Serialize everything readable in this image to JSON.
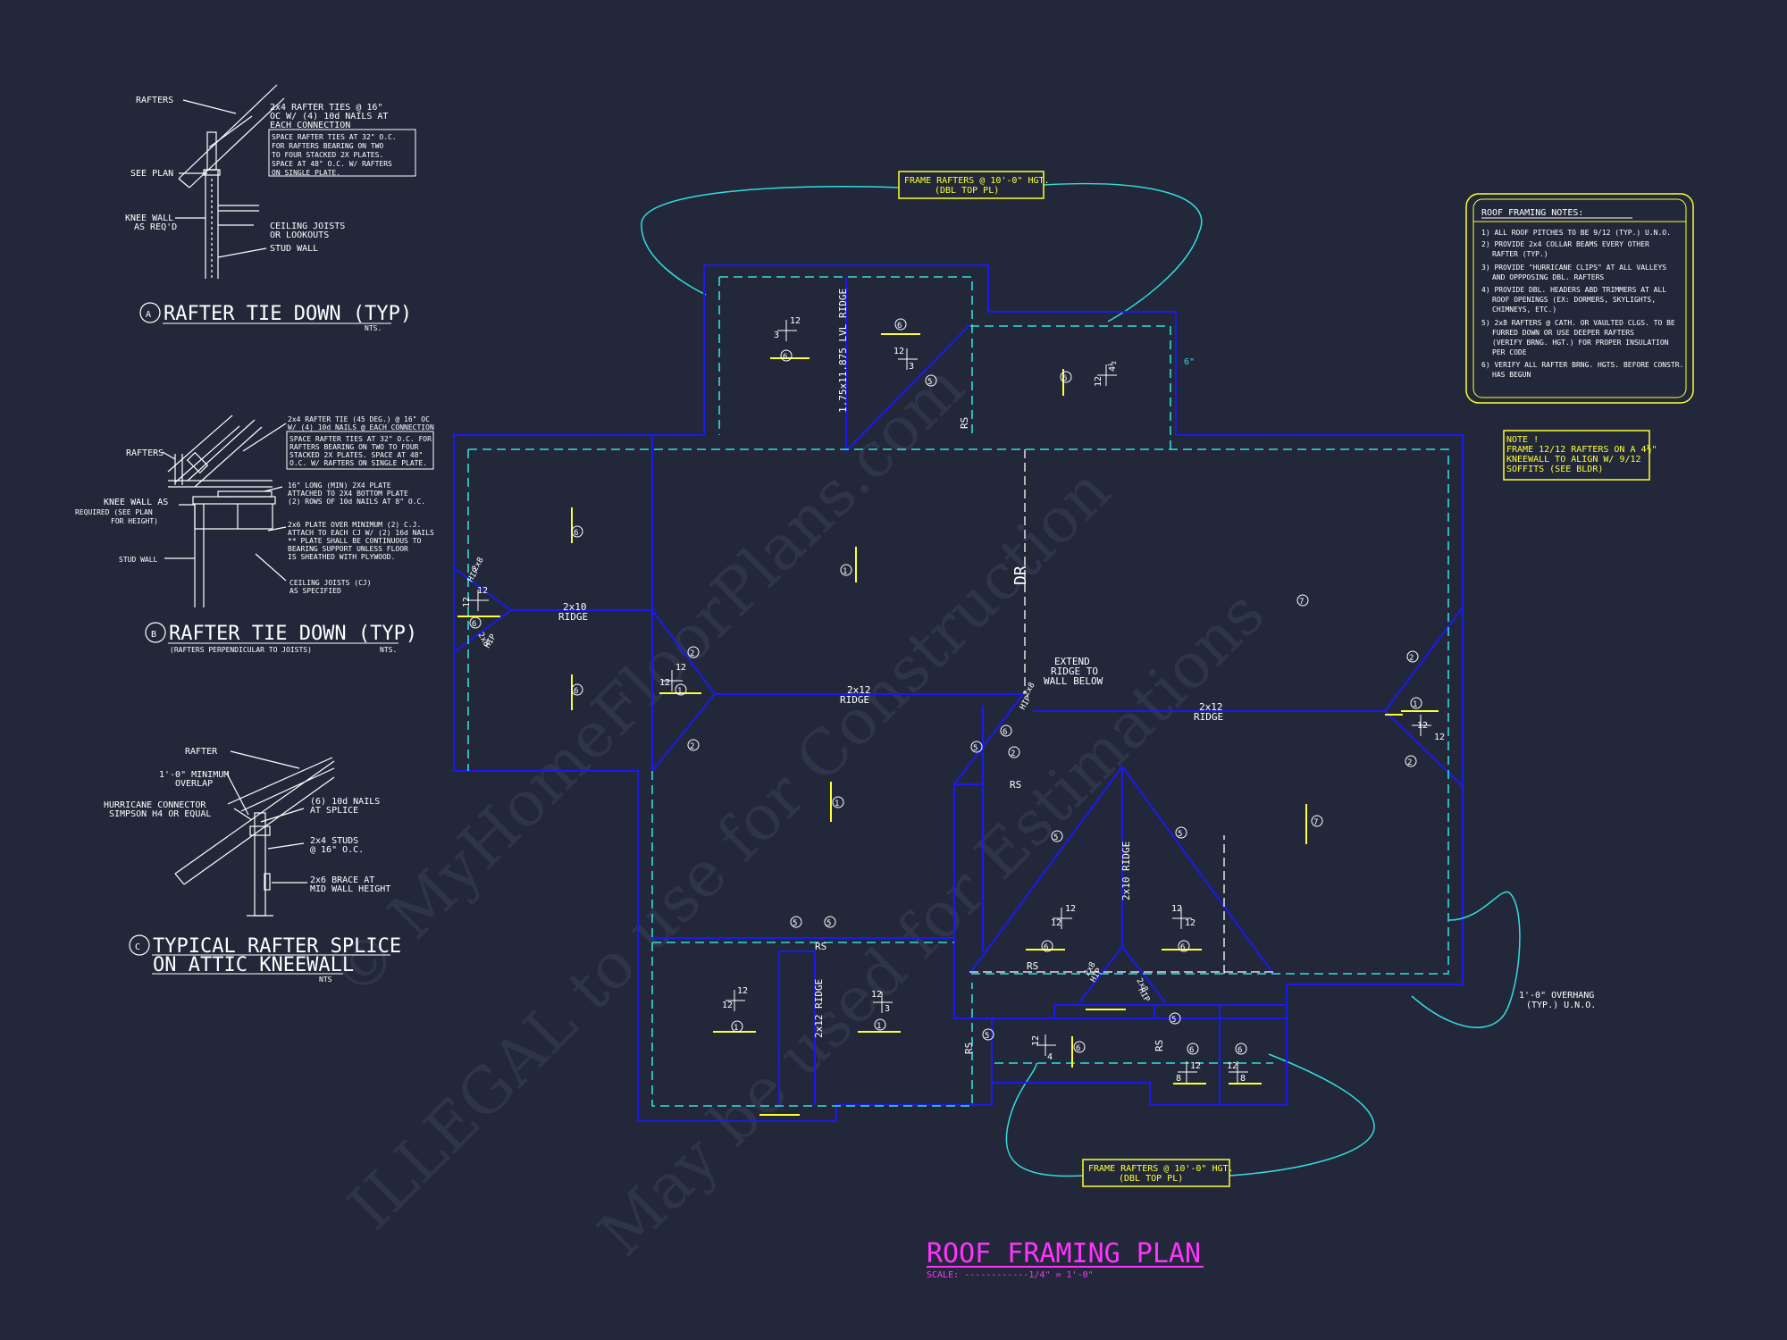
{
  "detail_a": {
    "label_rafters": "RAFTERS",
    "label_see_plan": "SEE PLAN",
    "label_knee_wall": [
      "KNEE WALL",
      "AS REQ'D"
    ],
    "label_ties": [
      "2x4 RAFTER TIES @ 16\"",
      "OC W/ (4) 10d NAILS AT",
      "EACH CONNECTION"
    ],
    "label_spacing": [
      "SPACE RAFTER TIES AT 32\" O.C.",
      "FOR RAFTERS BEARING ON TWO",
      "TO FOUR STACKED 2X PLATES.",
      "SPACE AT 48\" O.C. W/ RAFTERS",
      "ON SINGLE PLATE."
    ],
    "label_ceiling": [
      "CEILING JOISTS",
      "OR LOOKOUTS"
    ],
    "label_stud": "STUD WALL",
    "letter": "A",
    "title": "RAFTER TIE DOWN (TYP)",
    "nts": "NTS."
  },
  "detail_b": {
    "label_rafters": "RAFTERS",
    "label_knee_wall": [
      "KNEE WALL AS",
      "REQUIRED (SEE PLAN",
      "FOR HEIGHT)"
    ],
    "label_stud": "STUD WALL",
    "label_tie": [
      "2x4 RAFTER TIE (45 DEG.) @ 16\" OC",
      "W/ (4) 10d NAILS @ EACH CONNECTION"
    ],
    "label_spacing": [
      "SPACE RAFTER TIES AT 32\" O.C. FOR",
      "RAFTERS BEARING ON TWO TO FOUR",
      "STACKED 2X PLATES. SPACE AT 48\"",
      "O.C. W/ RAFTERS ON SINGLE PLATE."
    ],
    "label_plate": [
      "16\" LONG (MIN) 2X4 PLATE",
      "ATTACHED TO 2X4 BOTTOM PLATE",
      "(2) ROWS OF 10d NAILS AT 8\" O.C."
    ],
    "label_2x6": [
      "2x6 PLATE OVER MINIMUM (2) C.J.",
      "ATTACH TO EACH CJ W/ (2) 16d NAILS",
      "** PLATE SHALL BE CONTINUOUS TO",
      "BEARING SUPPORT UNLESS FLOOR",
      "IS SHEATHED WITH PLYWOOD."
    ],
    "label_cj": [
      "CEILING JOISTS (CJ)",
      "AS SPECIFIED"
    ],
    "letter": "B",
    "title": "RAFTER TIE DOWN (TYP)",
    "subtitle": "(RAFTERS PERPENDICULAR TO JOISTS)",
    "nts": "NTS."
  },
  "detail_c": {
    "label_rafter": "RAFTER",
    "label_overlap": [
      "1'-0\" MINIMUM",
      "OVERLAP"
    ],
    "label_hurricane": [
      "HURRICANE CONNECTOR",
      "SIMPSON H4 OR EQUAL"
    ],
    "label_nails": [
      "(6) 10d NAILS",
      "AT SPLICE"
    ],
    "label_studs": [
      "2x4 STUDS",
      "@ 16\" O.C."
    ],
    "label_brace": [
      "2x6 BRACE AT",
      "MID WALL HEIGHT"
    ],
    "letter": "C",
    "title_lines": [
      "TYPICAL RAFTER SPLICE",
      "ON ATTIC KNEEWALL"
    ],
    "nts": "NTS"
  },
  "callouts": {
    "top": [
      "FRAME RAFTERS @ 10'-0\" HGT.",
      "(DBL TOP PL)"
    ],
    "bottom": [
      "FRAME RAFTERS @ 10'-0\" HGT.",
      "(DBL TOP PL)"
    ]
  },
  "notes": {
    "title": "ROOF FRAMING NOTES:",
    "items": [
      [
        "1) ALL ROOF PITCHES TO BE 9/12 (TYP.) U.N.O."
      ],
      [
        "2) PROVIDE 2x4 COLLAR BEAMS EVERY OTHER",
        "RAFTER (TYP.)"
      ],
      [
        "3) PROVIDE \"HURRICANE CLIPS\" AT ALL VALLEYS",
        "AND OPPPOSING DBL. RAFTERS"
      ],
      [
        "4) PROVIDE DBL. HEADERS ABD TRIMMERS AT ALL",
        "ROOF OPENINGS (EX: DORMERS, SKYLIGHTS,",
        "CHIMNEYS, ETC.)"
      ],
      [
        "5) 2x8 RAFTERS @ CATH. OR VAULTED CLGS. TO BE",
        "FURRED DOWN OR USE DEEPER RAFTERS",
        "(VERIFY BRNG. HGT.) FOR PROPER INSULATION",
        "PER CODE"
      ],
      [
        "6) VERIFY ALL RAFTER BRNG. HGTS. BEFORE CONSTR.",
        "HAS BEGUN"
      ]
    ]
  },
  "note1": [
    "NOTE !",
    "FRAME 12/12 RAFTERS ON A 4½\"",
    "KNEEWALL TO ALIGN W/ 9/12",
    "SOFFITS (SEE BLDR)"
  ],
  "plan": {
    "title": "ROOF FRAMING PLAN",
    "scale": "SCALE: ------------1/4\" = 1'-0\"",
    "ridge_2x10_left": [
      "2x10",
      "RIDGE"
    ],
    "ridge_2x12_mid": [
      "2x12",
      "RIDGE"
    ],
    "ridge_2x12_right": [
      "2x12",
      "RIDGE"
    ],
    "ridge_vertical_top": "1.75x11.875 LVL RIDGE",
    "ridge_vertical_center": "2x10 RIDGE",
    "ridge_vertical_bottom": "2x12 RIDGE",
    "dr": "DR",
    "rs": "RS",
    "hip": [
      "2x8",
      "HIP"
    ],
    "extend": [
      "EXTEND",
      "RIDGE TO",
      "WALL BELOW"
    ],
    "overhang": [
      "1'-0\" OVERHANG",
      "(TYP.) U.N.O."
    ],
    "dim_6in": "6\"",
    "pitch_12": "12",
    "pitch_3": "3",
    "pitch_4": "4",
    "pitch_8": "8",
    "pitch_4half": "4½",
    "marks": [
      "1",
      "2",
      "5",
      "6",
      "7"
    ]
  },
  "watermark": [
    "© MyHomeFloorPlans.com",
    "ILLEGAL to use for Construction",
    "May be used for Estimations"
  ],
  "colors": {
    "background": "#22283a",
    "wall": "#1a1aee",
    "dash": "#33dddd",
    "yellow": "#ffff33",
    "magenta": "#ff33ff",
    "white": "#ffffff"
  }
}
